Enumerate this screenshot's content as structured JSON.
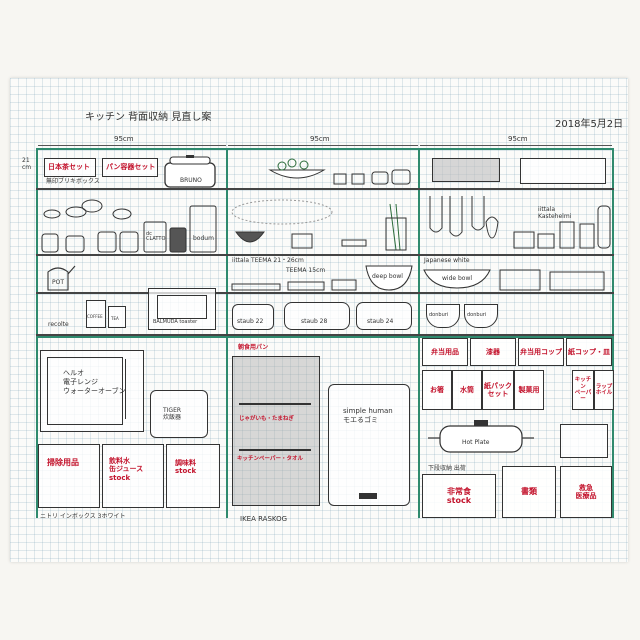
{
  "title": "キッチン 背面収納 見直し案",
  "date": "2018年5月2日",
  "dims": {
    "left": "95cm",
    "middle": "95cm",
    "right": "95cm",
    "height": "21\ncm"
  },
  "left_column": {
    "top_boxes": [
      {
        "label": "日本茶セット"
      },
      {
        "label": "パン容器セット"
      },
      {
        "label": "BRUNO"
      }
    ],
    "top_caption": "無印ブリキボックス",
    "shelf2_labels": {
      "dc": "dc\nCLATTO",
      "bodum": "bodum"
    },
    "shelf3_labels": {
      "pot": "POT",
      "recolte": "recolte",
      "coffee": "COFFEE",
      "tea": "TEA",
      "toaster": "BALMUDA toaster"
    },
    "oven_label": "ヘルオ\n電子レンジ\nウォーターオーブン",
    "tiger_label": "TIGER\n炊飯器",
    "bins": [
      {
        "label": "掃除用品"
      },
      {
        "label": "飲料水\n缶ジュース\nstock"
      },
      {
        "label": "調味料\nstock"
      }
    ],
    "bins_caption": "ニトリ インボックス 3ホワイト"
  },
  "middle_column": {
    "shelf3_labels": {
      "iittala": "iittala TEEMA 21・26cm",
      "teema15": "TEEMA 15cm",
      "deep": "deep bowl"
    },
    "pot_labels": {
      "s22": "staub 22",
      "s28": "staub 28",
      "s24": "staub 24"
    },
    "cart_top": "朝食用パン",
    "cart_shelves": [
      "じゃがいも・たまねぎ",
      "キッチンペーパー・タオル"
    ],
    "trash_label": "simple human\nモエるゴミ",
    "cart_caption": "IKEA RASKOG"
  },
  "right_column": {
    "glass_label": "iittala\nKastehelmi",
    "shelf3_labels": {
      "japanese": "Japanese white",
      "wide": "wide bowl",
      "donburi1": "donburi",
      "donburi2": "donburi"
    },
    "row1": [
      {
        "label": "弁当用品"
      },
      {
        "label": "漆器"
      },
      {
        "label": "弁当用コップ"
      },
      {
        "label": "紙コップ・皿"
      }
    ],
    "row2": [
      {
        "label": "お箸"
      },
      {
        "label": "水筒"
      },
      {
        "label": "紙パック\nセット"
      },
      {
        "label": "製菓用"
      },
      {
        "label": "キッチン\nペーパー"
      },
      {
        "label": "ラップ\nホイル"
      }
    ],
    "hotplate_label": "Hot Plate",
    "drawer_caption": "下段収納 出荷",
    "bottom": [
      {
        "label": "非常食\nstock"
      },
      {
        "label": "書類"
      },
      {
        "label": "救急\n医療品"
      }
    ]
  }
}
